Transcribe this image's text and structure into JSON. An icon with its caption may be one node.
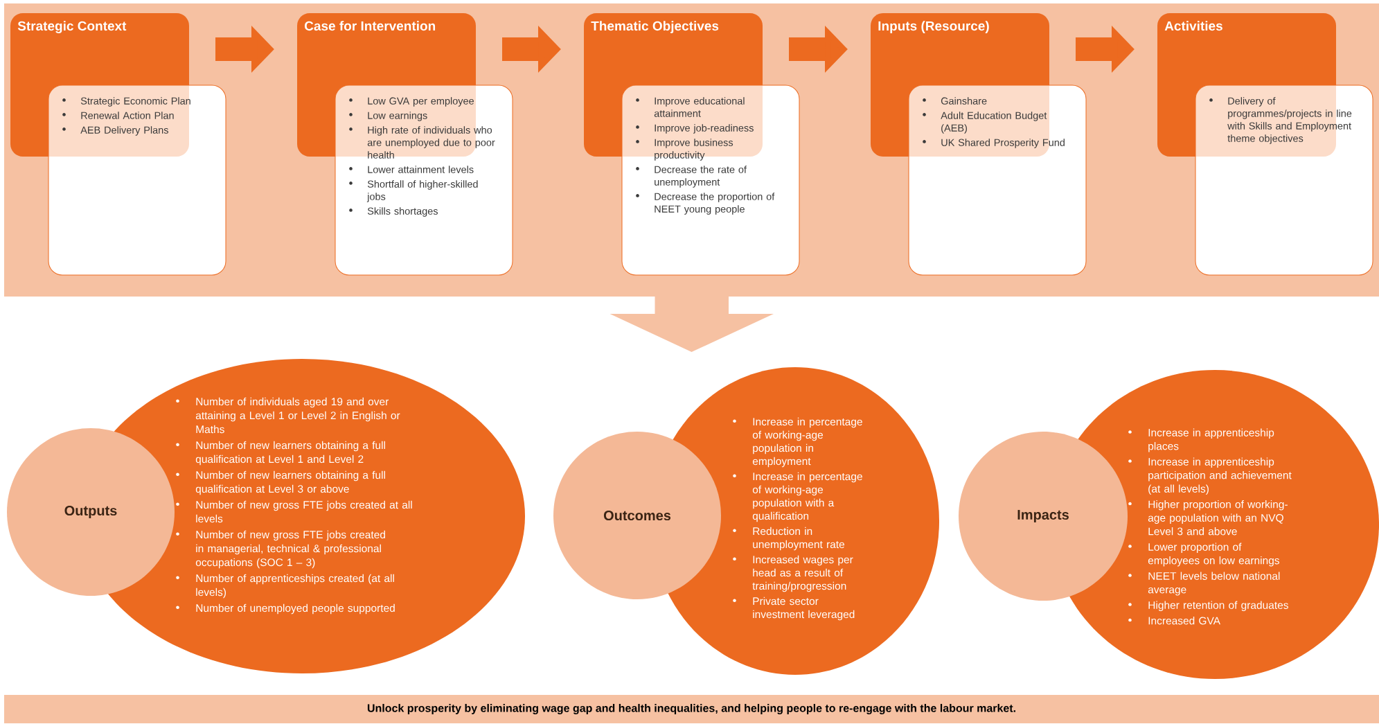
{
  "diagram": {
    "nodes": [
      {
        "text": [],
        "shape": "box"
      },
      {
        "text": [
          "Strategic Context",
          "Strategic Economic Plan",
          "Renewal Action Plan",
          "AEB Delivery Plans"
        ],
        "in": 0
      },
      {
        "text": [
          "Case for Intervention",
          "Low GVA per employee",
          "Low earnings",
          "High rate of individuals who are unemployed due to poor health",
          "Lower attainment levels",
          "Shortfall of higher-skilled jobs",
          "Skills shortages"
        ],
        "in": 0
      },
      {
        "text": [
          "Thematic Objectives",
          "Improve educational attainment",
          "Improve job-readiness",
          "Improve business productivity",
          "Decrease the rate of unemployment",
          "Decrease the proportion of NEET young people"
        ],
        "in": 0
      },
      {
        "text": [
          "Inputs (Resource)",
          "Gainshare",
          "Adult Education Budget (AEB)",
          "UK Shared Prosperity Fund"
        ],
        "in": 0
      },
      {
        "text": [
          "Activities",
          "Delivery of programmes/projects in line with Skills and Employment theme objectives"
        ],
        "in": 0
      },
      {
        "text": [
          "Outputs"
        ]
      },
      {
        "text": [
          "Number of individuals aged 19 and over attaining a Level 1 or Level 2 in English or Maths",
          "Number of new learners obtaining a full qualification at Level 1 and Level 2",
          "Number of new learners obtaining a full qualification at Level 3 or above",
          "Number of new gross FTE jobs created at all levels",
          "Number of new gross FTE jobs created in managerial, technical & professional occupations (SOC 1 – 3)",
          "Number of apprenticeships created (at all levels)",
          "Number of unemployed people supported"
        ]
      },
      {
        "text": [
          "Outcomes"
        ]
      },
      {
        "text": [
          "Increase in percentage of working-age population in employment",
          "Increase in percentage of working-age population with a qualification",
          "Reduction in unemployment rate",
          "Increased wages per head as a result of training/progression",
          "Private sector investment leveraged"
        ]
      },
      {
        "text": [
          "Impacts"
        ]
      },
      {
        "text": [
          "Increase in apprenticeship places",
          "Increase in apprenticeship participation and achievement (at all levels)",
          "Higher proportion of working-age population with an NVQ Level 3 and above",
          "Lower proportion of employees on low earnings",
          "NEET levels below national average",
          "Higher retention of graduates",
          "Increased GVA"
        ]
      },
      {
        "text": [
          "Unlock prosperity by eliminating wage gap and health inequalities, and helping people to re-engage with the labour market."
        ]
      }
    ],
    "edges": [
      {
        "from": 1,
        "to": 2,
        "arrow": "to"
      },
      {
        "from": 2,
        "to": 3,
        "arrow": "to"
      },
      {
        "from": 3,
        "to": 4,
        "arrow": "to"
      },
      {
        "from": 4,
        "to": 5,
        "arrow": "to"
      },
      {
        "from": 0,
        "to": null,
        "arrow": "to",
        "style": "thick",
        "color": "#f6c1a2"
      }
    ]
  }
}
